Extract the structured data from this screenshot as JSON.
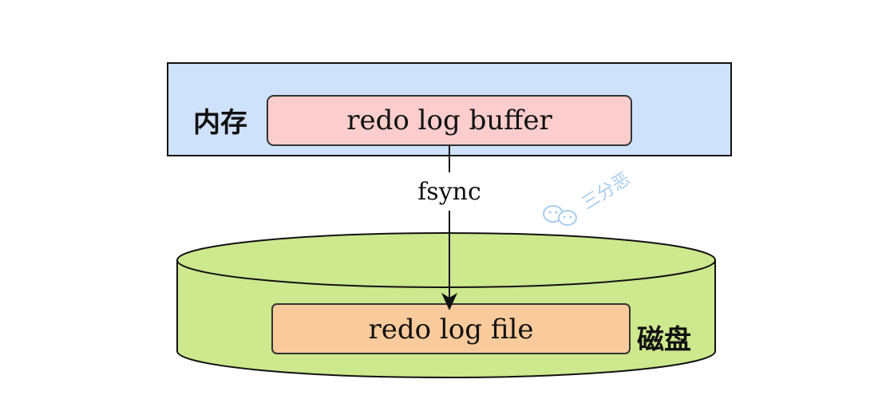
{
  "memory": {
    "label": "内存",
    "fill": "#cfe2fc",
    "buffer_label": "redo log buffer",
    "buffer_fill": "#fbcdcd"
  },
  "edge": {
    "label": "fsync"
  },
  "disk": {
    "label": "磁盘",
    "fill": "#cde88d",
    "file_label": "redo log file",
    "file_fill": "#f9cb9c"
  },
  "watermark": {
    "text": "三分恶",
    "icon": "wechat-icon",
    "color": "#9fc8ee"
  }
}
